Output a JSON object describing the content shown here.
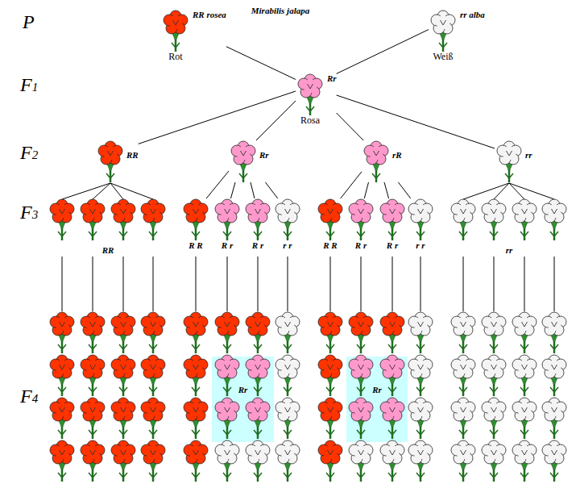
{
  "diagram": {
    "nodes": [
      {
        "text": [
          "RR rosea",
          "Rot"
        ]
      },
      {
        "text": [
          "rr alba",
          "Weiß"
        ]
      },
      {
        "text": [
          "Rr",
          "Rosa"
        ]
      },
      {
        "text": [
          "RR"
        ]
      },
      {
        "text": [
          "Rr"
        ]
      },
      {
        "text": [
          "rR"
        ]
      },
      {
        "text": [
          "rr"
        ]
      },
      {
        "text": [
          "R R"
        ]
      },
      {
        "text": [
          "R r"
        ]
      },
      {
        "text": [
          "R r"
        ]
      },
      {
        "text": [
          "r r"
        ]
      },
      {
        "text": [
          "R R"
        ]
      },
      {
        "text": [
          "R r"
        ]
      },
      {
        "text": [
          "R r"
        ]
      },
      {
        "text": [
          "r r"
        ]
      },
      {
        "text": [
          "Rr"
        ]
      },
      {
        "text": [
          "Rr"
        ]
      }
    ],
    "edges": [
      {
        "from": 0,
        "to": 2,
        "arrow": "none"
      },
      {
        "from": 1,
        "to": 2,
        "arrow": "none"
      },
      {
        "from": 2,
        "to": 3,
        "arrow": "none"
      },
      {
        "from": 2,
        "to": 4,
        "arrow": "none"
      },
      {
        "from": 2,
        "to": 5,
        "arrow": "none"
      },
      {
        "from": 2,
        "to": 6,
        "arrow": "none"
      },
      {
        "from": 4,
        "to": 7,
        "arrow": "none"
      },
      {
        "from": 4,
        "to": 8,
        "arrow": "none"
      },
      {
        "from": 4,
        "to": 9,
        "arrow": "none"
      },
      {
        "from": 4,
        "to": 10,
        "arrow": "none"
      },
      {
        "from": 5,
        "to": 11,
        "arrow": "none"
      },
      {
        "from": 5,
        "to": 12,
        "arrow": "none"
      },
      {
        "from": 5,
        "to": 13,
        "arrow": "none"
      },
      {
        "from": 5,
        "to": 14,
        "arrow": "none"
      }
    ],
    "labels": [
      "Mirabilis jalapa",
      "P",
      "F1",
      "F2",
      "F3",
      "F4",
      "RR",
      "rr"
    ]
  }
}
